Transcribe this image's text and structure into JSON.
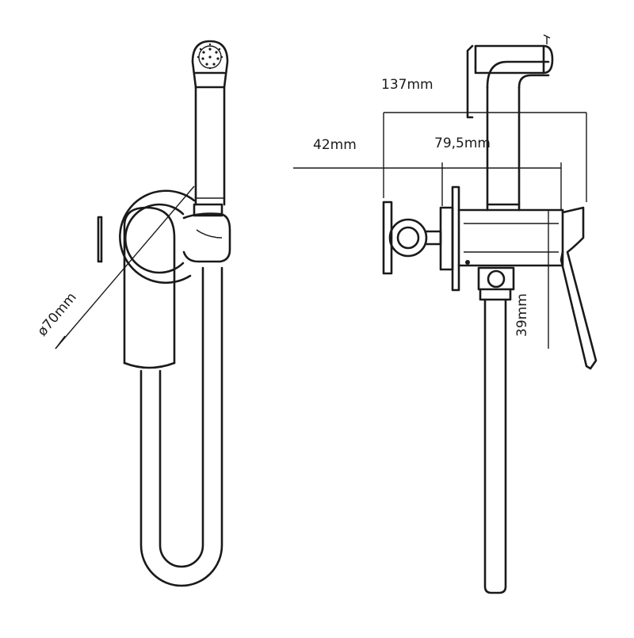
{
  "drawing": {
    "subject": "Hygienic shower mixer set technical drawing",
    "views": [
      "front-view",
      "side-view"
    ]
  },
  "dimensions": {
    "diameter": "ø70mm",
    "total_depth": "137mm",
    "wall_offset": "42mm",
    "body_length": "79,5mm",
    "lever_height": "39mm"
  }
}
